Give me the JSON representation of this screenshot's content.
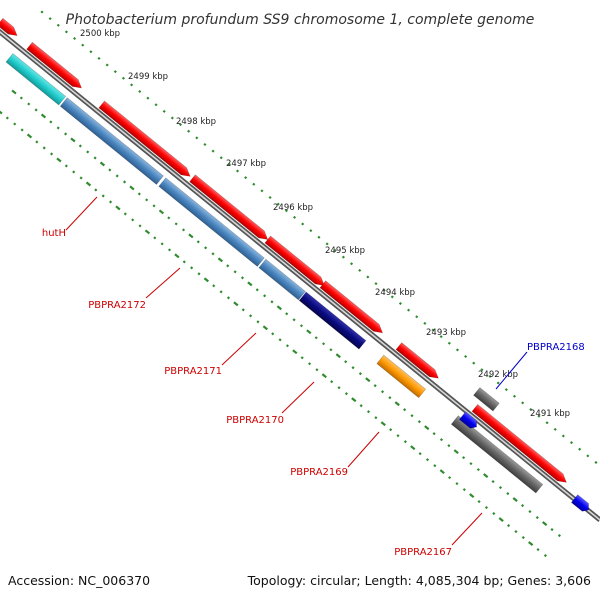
{
  "title": "Photobacterium profundum SS9 chromosome 1, complete genome",
  "footer": {
    "accession": "Accession: NC_006370",
    "summary": "Topology: circular; Length: 4,085,304 bp; Genes: 3,606"
  },
  "ruler_labels": [
    "2500 kbp",
    "2499 kbp",
    "2498 kbp",
    "2497 kbp",
    "2496 kbp",
    "2495 kbp",
    "2494 kbp",
    "2493 kbp",
    "2492 kbp",
    "2491 kbp"
  ],
  "gene_labels": [
    {
      "text": "hutH",
      "color": "#cc0000"
    },
    {
      "text": "PBPRA2172",
      "color": "#cc0000"
    },
    {
      "text": "PBPRA2171",
      "color": "#cc0000"
    },
    {
      "text": "PBPRA2170",
      "color": "#cc0000"
    },
    {
      "text": "PBPRA2169",
      "color": "#cc0000"
    },
    {
      "text": "PBPRA2168",
      "color": "#0000cc"
    },
    {
      "text": "PBPRA2167",
      "color": "#cc0000"
    }
  ],
  "colors": {
    "backbone": "#888888",
    "ruler_dots": "#2e8b2e",
    "cds": "#ff0000",
    "gene_cyan": "#22cccc",
    "gene_steelblue": "#4a86c0",
    "gene_navy": "#0a0a80",
    "gene_orange": "#ff9900",
    "gene_gray": "#666666",
    "gene_blue": "#0000ee"
  }
}
